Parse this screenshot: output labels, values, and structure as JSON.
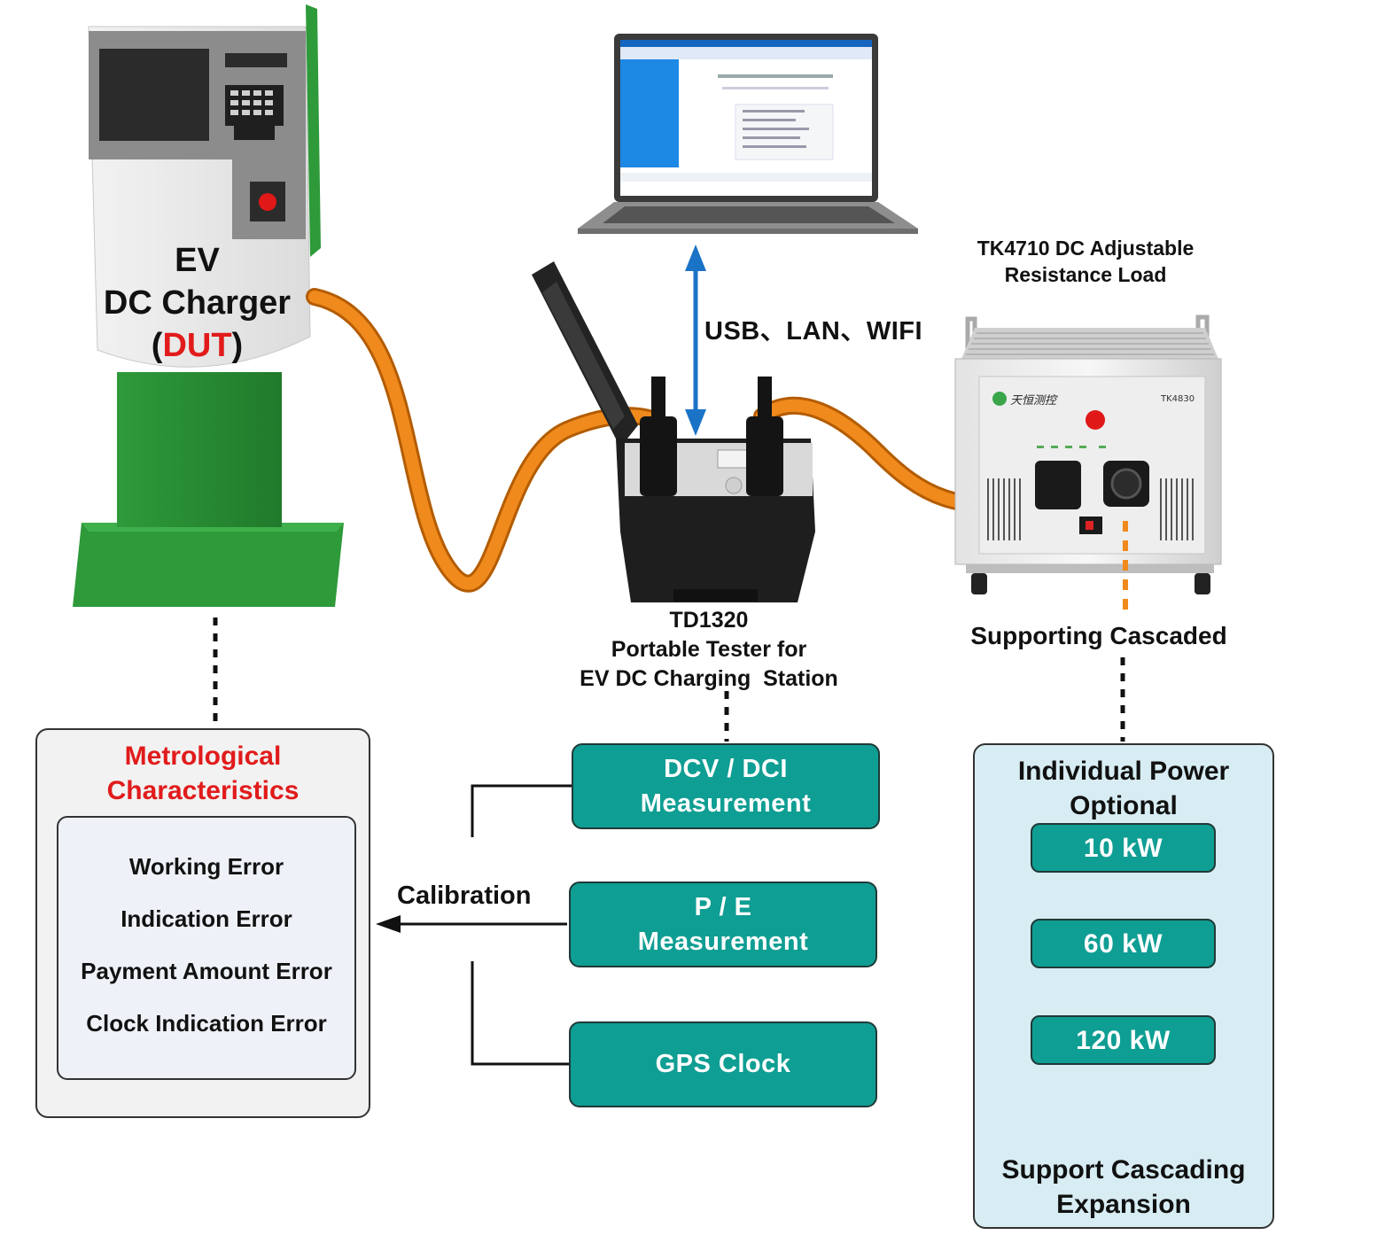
{
  "charger": {
    "line1": "EV",
    "line2": "DC Charger",
    "open": "(",
    "dut": "DUT",
    "close": ")"
  },
  "laptop": {
    "link_label": "USB、LAN、WIFI"
  },
  "load": {
    "title_line1": "TK4710 DC Adjustable",
    "title_line2": "Resistance Load",
    "brand": "天恒测控",
    "model_plate": "TK4830",
    "supporting_cascaded": "Supporting Cascaded"
  },
  "tester": {
    "line1": "TD1320",
    "line2": "Portable Tester for",
    "line3": "EV DC Charging  Station"
  },
  "metrological": {
    "title_line1": "Metrological",
    "title_line2": "Characteristics",
    "items": [
      "Working Error",
      "Indication Error",
      "Payment Amount Error",
      "Clock Indication Error"
    ]
  },
  "measurements": {
    "dcv_line1": "DCV / DCI",
    "dcv_line2": "Measurement",
    "pe_line1": "P / E",
    "pe_line2": "Measurement",
    "gps": "GPS Clock",
    "calibration": "Calibration"
  },
  "power": {
    "title_line1": "Individual Power",
    "title_line2": "Optional",
    "options": [
      "10 kW",
      "60 kW",
      "120 kW"
    ],
    "cascade_line1": "Support Cascading",
    "cascade_line2": "Expansion"
  },
  "colors": {
    "teal": "#0f9e93",
    "red_text": "#e11b1b",
    "cable_orange": "#f08a1c",
    "charger_green": "#2e9a3a",
    "arrow_blue": "#1b73c7",
    "power_bg": "#d7edf3"
  },
  "icons": [
    "ev-charger-illustration",
    "laptop-illustration",
    "portable-tester-illustration",
    "resistance-load-illustration"
  ]
}
